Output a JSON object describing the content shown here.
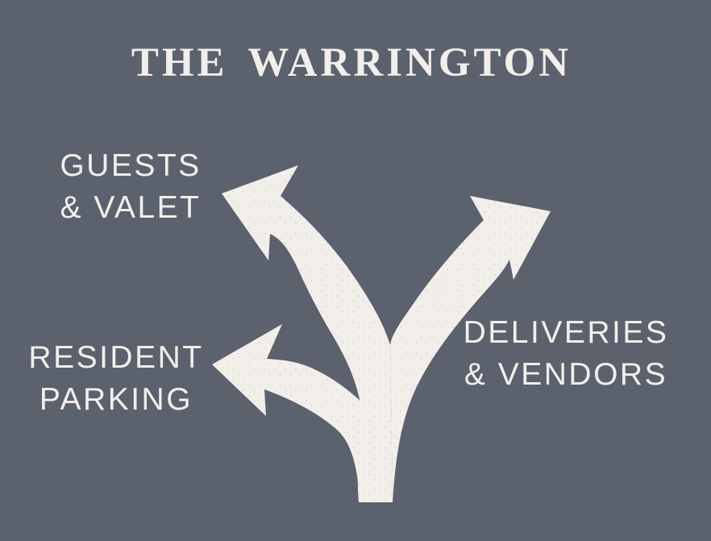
{
  "title": "THE WARRINGTON",
  "colors": {
    "bg": "#5b616d",
    "ink": "#f2efeb",
    "dot": "#d9d4d0"
  },
  "labels": {
    "guests_valet": {
      "line1": "GUESTS",
      "line2": "& VALET"
    },
    "resident_parking": {
      "line1": "RESIDENT",
      "line2": "PARKING"
    },
    "deliveries_vendors": {
      "line1": "DELIVERIES",
      "line2": "& VENDORS"
    }
  },
  "arrow": {
    "description": "three-way branching arrow from bottom stem",
    "branches": [
      "upper-left to Guests & Valet",
      "upper-right to Deliveries & Vendors",
      "middle-left to Resident Parking"
    ]
  }
}
